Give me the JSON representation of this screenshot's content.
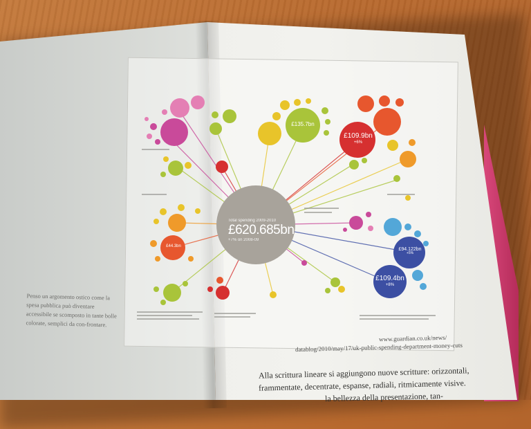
{
  "caption": "Penso un argomento ostico come la spesa pubblica può diventare accessibile se scomposto in tante bolle colorate, semplici da con-frontare.",
  "source_url_line1": "www.guardian.co.uk/news/",
  "source_url_line2": "datablog/2010/may/17/uk-public-spending-department-money-cuts",
  "body_text": [
    "Alla scrittura lineare si aggiungono nuove scritture: orizzontali,",
    "frammentate, decentrate, espanse, radiali, ritmicamente visive.",
    "la bellezza della presentazione, tan-"
  ],
  "infographic": {
    "center_header": "Total spending 2009-2010",
    "center_total": "£620.685bn",
    "center_change": "+7% on 2008-09",
    "bubbles": [
      {
        "id": "social-protection",
        "value": "£109.9bn",
        "sub": "+6%"
      },
      {
        "id": "health",
        "value": "£109.4bn",
        "sub": "+8%"
      },
      {
        "id": "bis",
        "value": "£94.122bn",
        "sub": "+5%"
      },
      {
        "id": "dcsf",
        "value": "£135.7bn",
        "sub": ""
      },
      {
        "id": "scotland",
        "value": "£44.3bn",
        "sub": ""
      }
    ],
    "colors": {
      "center": "#a8a39b",
      "green": "#a9c43a",
      "orange": "#e7572e",
      "blue": "#3c4fa3",
      "lightblue": "#53a7d8",
      "magenta": "#c94a9a",
      "pink": "#e47fb4",
      "yellow": "#e8c42a",
      "red": "#d63030",
      "amber": "#ef9a2a"
    }
  }
}
